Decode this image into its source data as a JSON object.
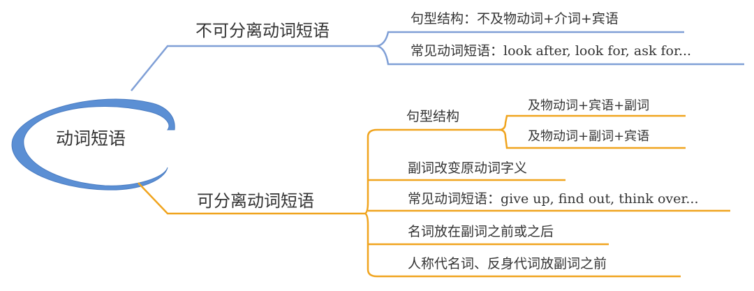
{
  "root": {
    "label": "动词短语"
  },
  "branches": [
    {
      "label": "不可分离动词短语",
      "color": "#7f9fd6",
      "children": [
        {
          "label": "句型结构：不及物动词+介词+宾语"
        },
        {
          "label": "常见动词短语：look after, look for, ask for..."
        }
      ]
    },
    {
      "label": "可分离动词短语",
      "color": "#f0a41e",
      "children": [
        {
          "label": "句型结构",
          "children": [
            {
              "label": "及物动词+宾语+副词"
            },
            {
              "label": "及物动词+副词+宾语"
            }
          ]
        },
        {
          "label": "副词改变原动词字义"
        },
        {
          "label": "常见动词短语：give up, find out, think over..."
        },
        {
          "label": "名词放在副词之前或之后"
        },
        {
          "label": "人称代名词、反身代词放副词之前"
        }
      ]
    }
  ],
  "colors": {
    "root_ring": "#5b8fd4",
    "text": "#333333"
  }
}
